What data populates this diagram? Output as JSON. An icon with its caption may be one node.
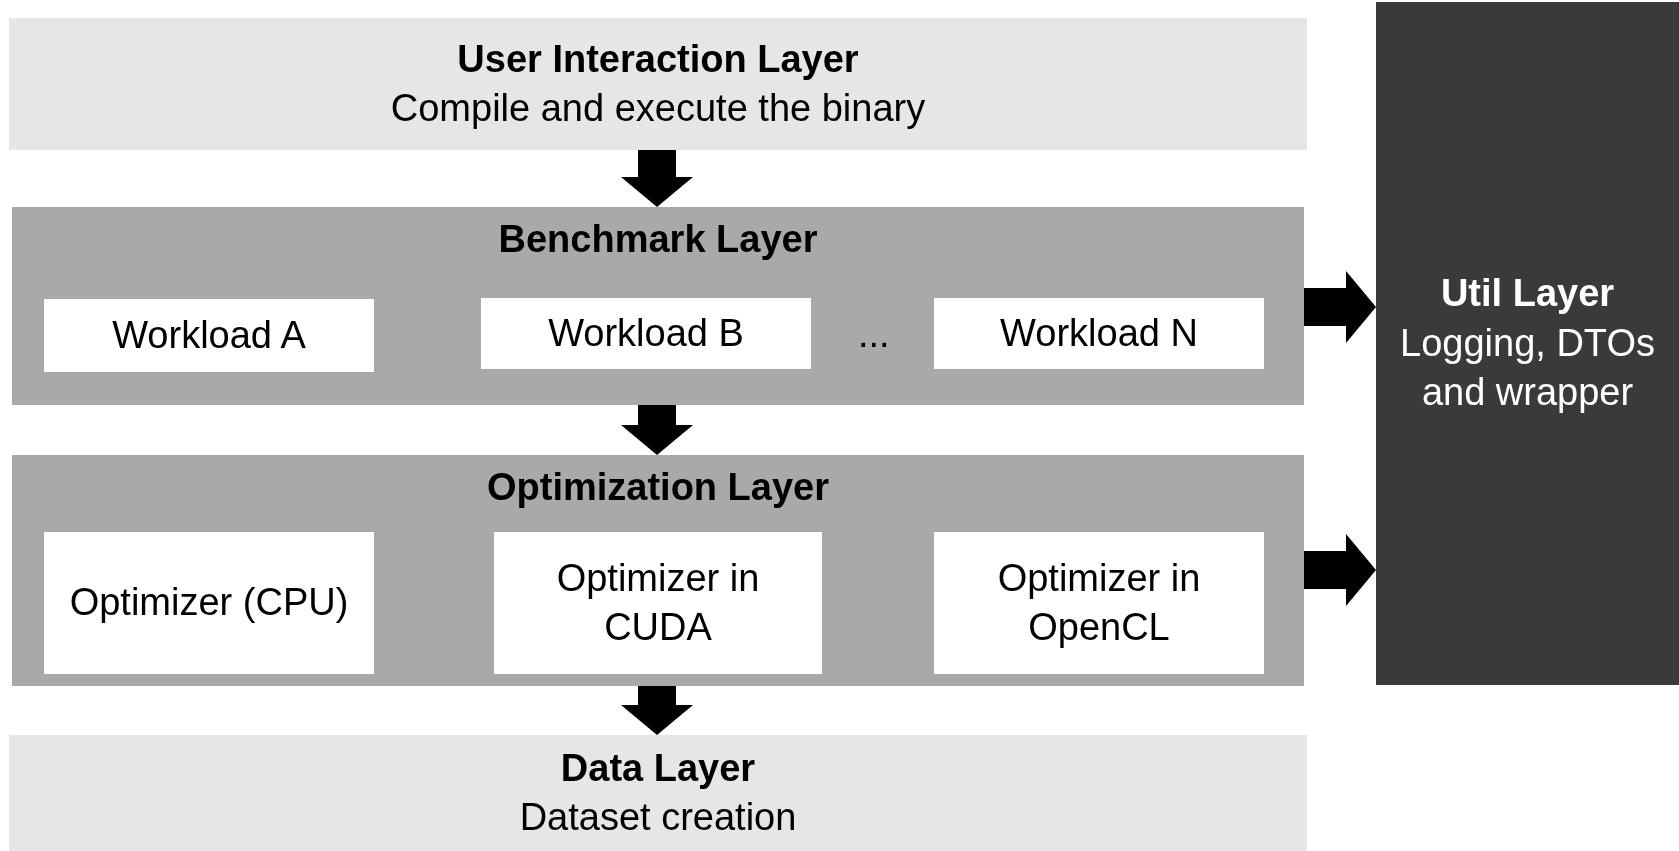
{
  "diagram": {
    "nodes": [
      {
        "text": [
          "User Interaction Layer",
          "Compile and execute the binary"
        ]
      },
      {
        "text": [
          "Benchmark Layer"
        ]
      },
      {
        "text": [
          "Workload A"
        ],
        "in": 1
      },
      {
        "text": [
          "Workload B"
        ],
        "in": 1
      },
      {
        "text": [
          "Workload N"
        ],
        "in": 1
      },
      {
        "text": [
          "Optimization Layer"
        ]
      },
      {
        "text": [
          "Optimizer (CPU)"
        ],
        "in": 5
      },
      {
        "text": [
          "Optimizer in CUDA"
        ],
        "in": 5
      },
      {
        "text": [
          "Optimizer in OpenCL"
        ],
        "in": 5
      },
      {
        "text": [
          "Data Layer",
          "Dataset creation"
        ]
      },
      {
        "text": [
          "Util Layer",
          "Logging, DTOs and wrapper"
        ]
      }
    ],
    "edges": [
      {
        "from": 0,
        "to": 1,
        "arrow": "to"
      },
      {
        "from": 1,
        "to": 5,
        "arrow": "to"
      },
      {
        "from": 5,
        "to": 9,
        "arrow": "to"
      },
      {
        "from": 1,
        "to": 10,
        "arrow": "to"
      },
      {
        "from": 5,
        "to": 10,
        "arrow": "to"
      }
    ],
    "labels": [
      "..."
    ]
  }
}
